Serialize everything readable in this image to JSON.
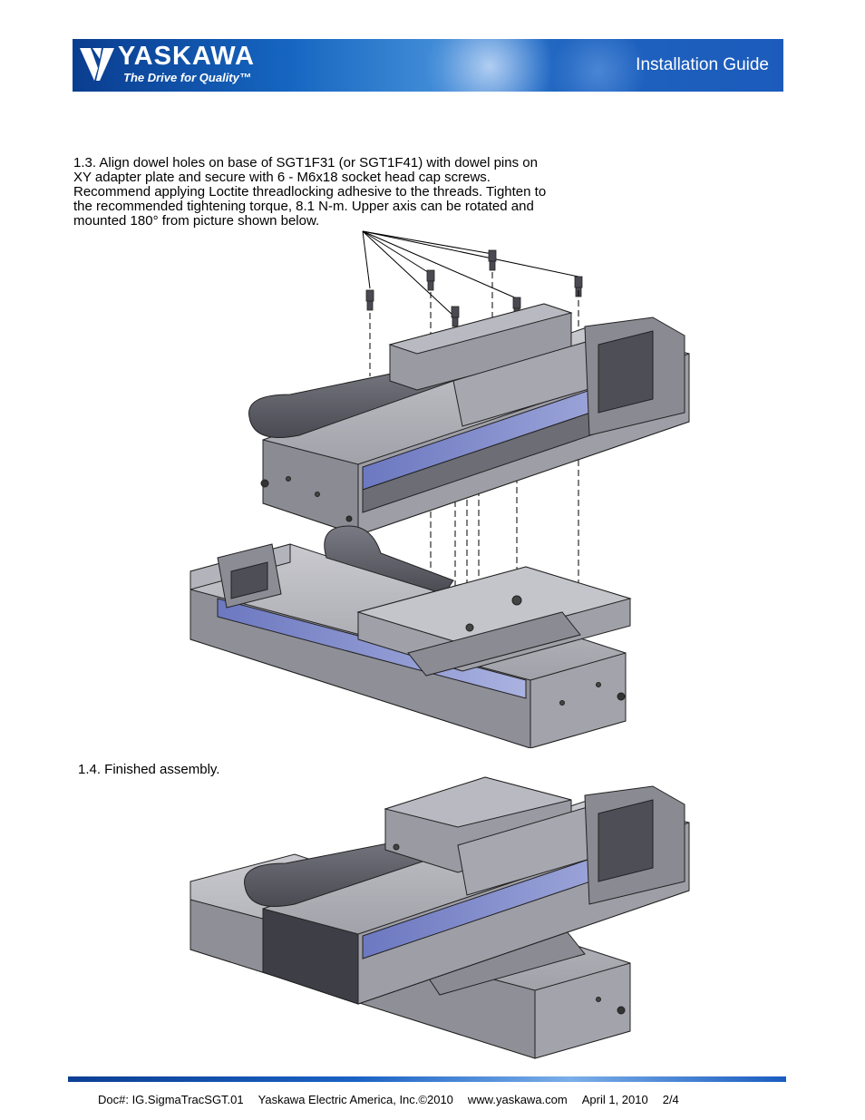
{
  "header": {
    "logo_word": "YASKAWA",
    "logo_tagline": "The Drive for Quality™",
    "title": "Installation Guide",
    "colors": {
      "banner": "#1565c0",
      "text": "#ffffff"
    }
  },
  "steps": [
    {
      "lines": [
        "1.3.  Align dowel holes on base of SGT1F31 (or SGT1F41) with dowel pins on",
        "XY adapter plate and secure with 6 - M6x18 socket head cap screws.",
        "Recommend applying Loctite threadlocking adhesive to the threads.  Tighten to",
        "the recommended tightening torque, 8.1 N-m.  Upper axis can be rotated and",
        "mounted 180° from picture shown below."
      ]
    },
    {
      "text": "1.4.  Finished assembly."
    }
  ],
  "footer": {
    "doc": "Doc#: IG.SigmaTracSGT.01",
    "company": "Yaskawa Electric America, Inc.©2010",
    "website": "www.yaskawa.com",
    "date": "April 1, 2010",
    "page": "2/4"
  }
}
